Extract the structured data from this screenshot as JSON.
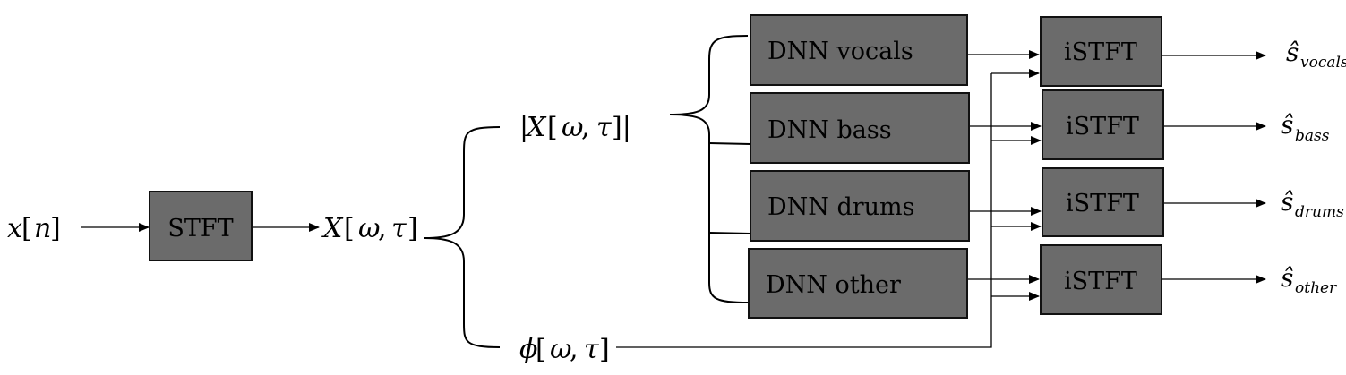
{
  "input": {
    "signal_var": "x",
    "signal_index": "n"
  },
  "stft": {
    "label": "STFT"
  },
  "spectrum": {
    "var": "X",
    "omega": "ω",
    "sep": ",",
    "tau": "τ"
  },
  "magnitude": {
    "var": "X",
    "omega": "ω",
    "sep": ",",
    "tau": "τ"
  },
  "phase": {
    "var": "ϕ",
    "omega": "ω",
    "sep": ",",
    "tau": "τ"
  },
  "dnn_boxes": [
    {
      "label": "DNN vocals"
    },
    {
      "label": "DNN bass"
    },
    {
      "label": "DNN drums"
    },
    {
      "label": "DNN other"
    }
  ],
  "istft_boxes": [
    {
      "label": "iSTFT"
    },
    {
      "label": "iSTFT"
    },
    {
      "label": "iSTFT"
    },
    {
      "label": "iSTFT"
    }
  ],
  "outputs": [
    {
      "symbol": "ŝ",
      "source": "vocals"
    },
    {
      "symbol": "ŝ",
      "source": "bass"
    },
    {
      "symbol": "ŝ",
      "source": "drums"
    },
    {
      "symbol": "ŝ",
      "source": "other"
    }
  ],
  "colors": {
    "box_fill": "#6b6b6b",
    "line": "#000000"
  }
}
